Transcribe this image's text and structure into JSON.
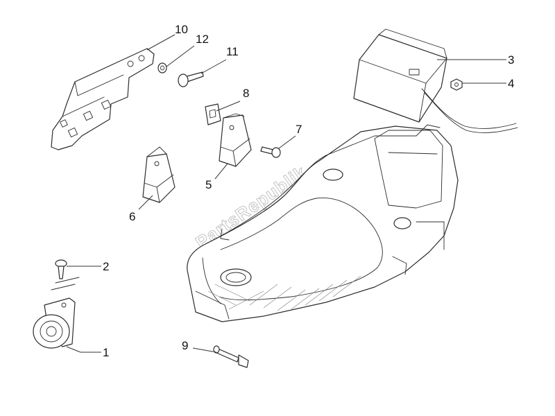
{
  "diagram": {
    "callouts": [
      {
        "id": "1",
        "label": "1"
      },
      {
        "id": "2",
        "label": "2"
      },
      {
        "id": "3",
        "label": "3"
      },
      {
        "id": "4",
        "label": "4"
      },
      {
        "id": "5",
        "label": "5"
      },
      {
        "id": "6",
        "label": "6"
      },
      {
        "id": "7",
        "label": "7"
      },
      {
        "id": "8",
        "label": "8"
      },
      {
        "id": "9",
        "label": "9"
      },
      {
        "id": "10",
        "label": "10"
      },
      {
        "id": "11",
        "label": "11"
      },
      {
        "id": "12",
        "label": "12"
      }
    ],
    "watermark": "PartsRepublik",
    "line_color": "#2b2b2b",
    "background": "#ffffff"
  }
}
